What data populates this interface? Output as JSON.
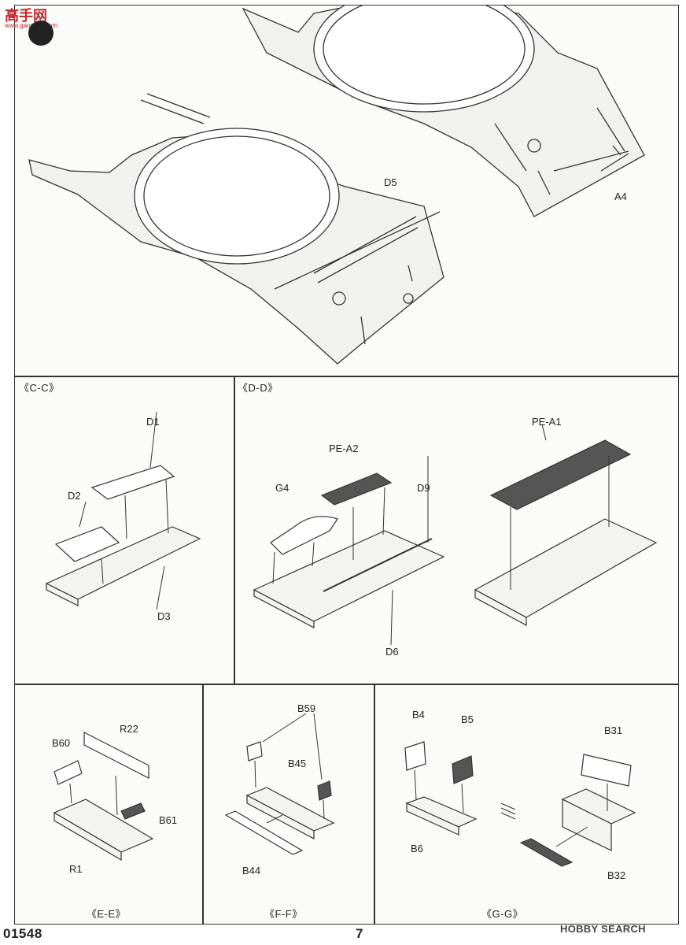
{
  "watermark": {
    "text": "高手网",
    "url": "www.gaoshou.com"
  },
  "sections": {
    "cc": {
      "title": "《C-C》",
      "labels": {
        "d1": "D1",
        "d2": "D2",
        "d3": "D3"
      }
    },
    "dd": {
      "title": "《D-D》",
      "labels": {
        "pea2": "PE-A2",
        "g4": "G4",
        "d9": "D9",
        "d6": "D6",
        "pea1": "PE-A1"
      }
    },
    "ee": {
      "title": "《E-E》",
      "labels": {
        "b60": "B60",
        "r22": "R22",
        "b61": "B61",
        "r1": "R1"
      }
    },
    "ff": {
      "title": "《F-F》",
      "labels": {
        "b59": "B59",
        "b45": "B45",
        "b44": "B44"
      }
    },
    "gg": {
      "title": "《G-G》",
      "labels": {
        "b4": "B4",
        "b5": "B5",
        "b6": "B6",
        "b31": "B31",
        "b32": "B32"
      }
    }
  },
  "top": {
    "labels": {
      "d5": "D5",
      "a4": "A4"
    }
  },
  "footer": {
    "code": "01548",
    "page": "7",
    "brand": "HOBBY SEARCH"
  }
}
